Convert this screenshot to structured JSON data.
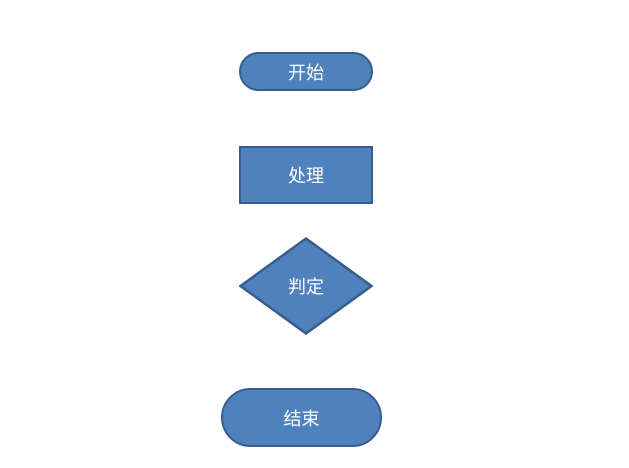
{
  "diagram": {
    "colors": {
      "fill": "#4F81BD",
      "stroke": "#385D8A",
      "text": "#FFFFFF",
      "background": "#FFFFFF"
    },
    "nodes": [
      {
        "id": "start",
        "shape": "terminator",
        "label": "开始"
      },
      {
        "id": "process",
        "shape": "rectangle",
        "label": "处理"
      },
      {
        "id": "decision",
        "shape": "diamond",
        "label": "判定"
      },
      {
        "id": "end",
        "shape": "terminator",
        "label": "结束"
      }
    ]
  }
}
